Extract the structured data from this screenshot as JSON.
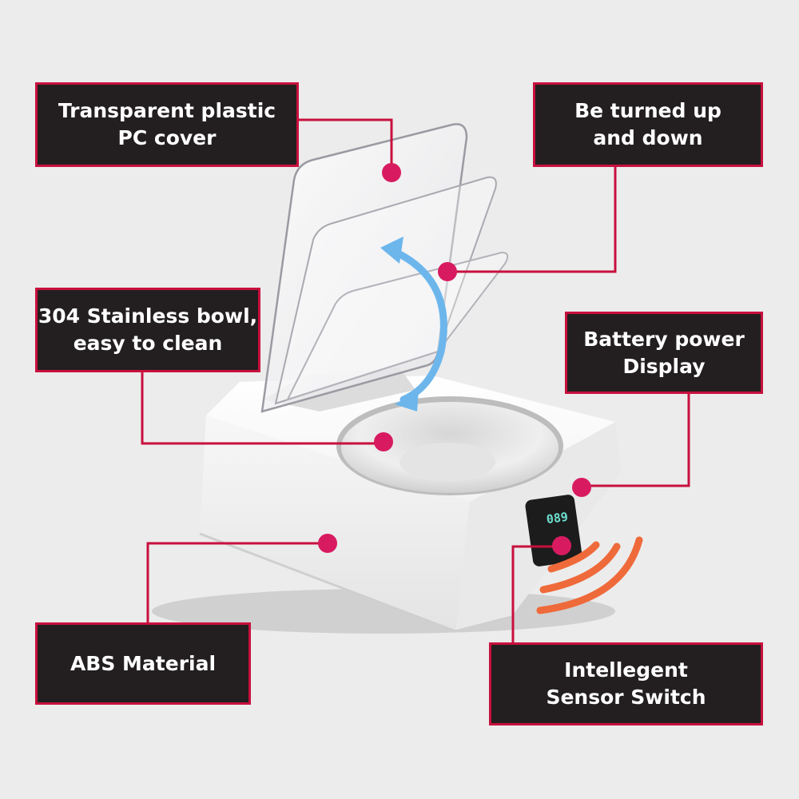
{
  "labels": {
    "cover": {
      "line1": "Transparent plastic",
      "line2": "PC cover"
    },
    "turn": {
      "line1": "Be turned up",
      "line2": "and down"
    },
    "bowl": {
      "line1": "304 Stainless bowl,",
      "line2": "easy to clean"
    },
    "battery": {
      "line1": "Battery power",
      "line2": "Display"
    },
    "abs": {
      "line1": "ABS Material"
    },
    "sensor": {
      "line1": "Intellegent",
      "line2": "Sensor Switch"
    }
  },
  "display_readout": "089",
  "colors": {
    "background": "#ececec",
    "label_fill": "#231f20",
    "label_border": "#c8103e",
    "callout_dot": "#d81b60",
    "rotate_arrow": "#6cb6ec",
    "sensor_waves": "#ef6a3a",
    "display_digits": "#6ee0d0"
  }
}
